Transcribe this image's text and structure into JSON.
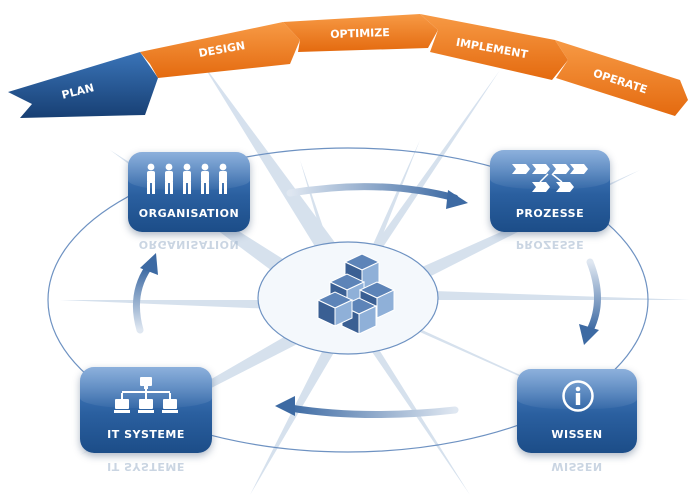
{
  "process_steps": [
    {
      "label": "PLAN",
      "color": "#1f5591"
    },
    {
      "label": "DESIGN",
      "color": "#f07f1e"
    },
    {
      "label": "OPTIMIZE",
      "color": "#f07f1e"
    },
    {
      "label": "IMPLEMENT",
      "color": "#f07f1e"
    },
    {
      "label": "OPERATE",
      "color": "#f07f1e"
    }
  ],
  "tiles": {
    "organisation": {
      "label": "ORGANISATION",
      "icon": "people-icon"
    },
    "prozesse": {
      "label": "PROZESSE",
      "icon": "process-flow-icon"
    },
    "wissen": {
      "label": "WISSEN",
      "icon": "info-icon"
    },
    "it_systeme": {
      "label": "IT SYSTEME",
      "icon": "network-icon"
    }
  },
  "center_icon": "cube-cluster-icon",
  "colors": {
    "tile_blue": "#2a5f9f",
    "arrow_blue": "#3d6aa3",
    "ellipse": "#6e92c2",
    "accent_orange": "#f07f1e"
  }
}
